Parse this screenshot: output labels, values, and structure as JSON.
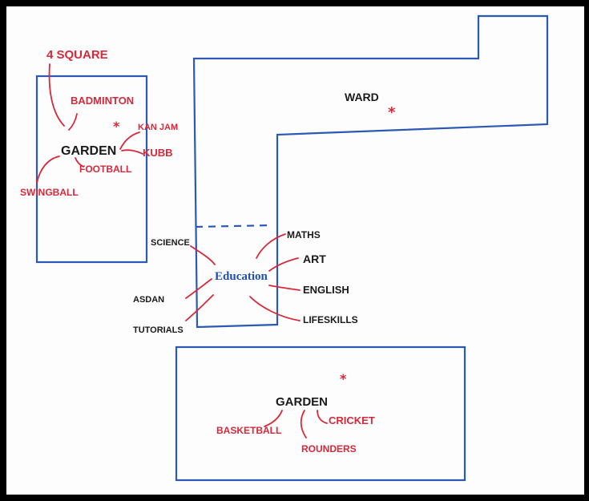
{
  "colors": {
    "wall": "#2b59b5",
    "activity_red": "#d8283a",
    "ink_black": "#1a1a1a",
    "education_blue": "#1f4fb3"
  },
  "garden_left": {
    "title": "GARDEN",
    "activities": [
      "4 SQUARE",
      "BADMINTON",
      "KAN JAM",
      "KUBB",
      "FOOTBALL",
      "SWINGBALL"
    ],
    "marker": "*"
  },
  "ward": {
    "title": "WARD",
    "marker": "*"
  },
  "education": {
    "title": "Education",
    "subjects_left": [
      "SCIENCE",
      "ASDAN",
      "TUTORIALS"
    ],
    "subjects_right": [
      "MATHS",
      "ART",
      "ENGLISH",
      "LIFESKILLS"
    ]
  },
  "garden_bottom": {
    "title": "GARDEN",
    "activities": [
      "BASKETBALL",
      "ROUNDERS",
      "CRICKET"
    ],
    "marker": "*"
  }
}
